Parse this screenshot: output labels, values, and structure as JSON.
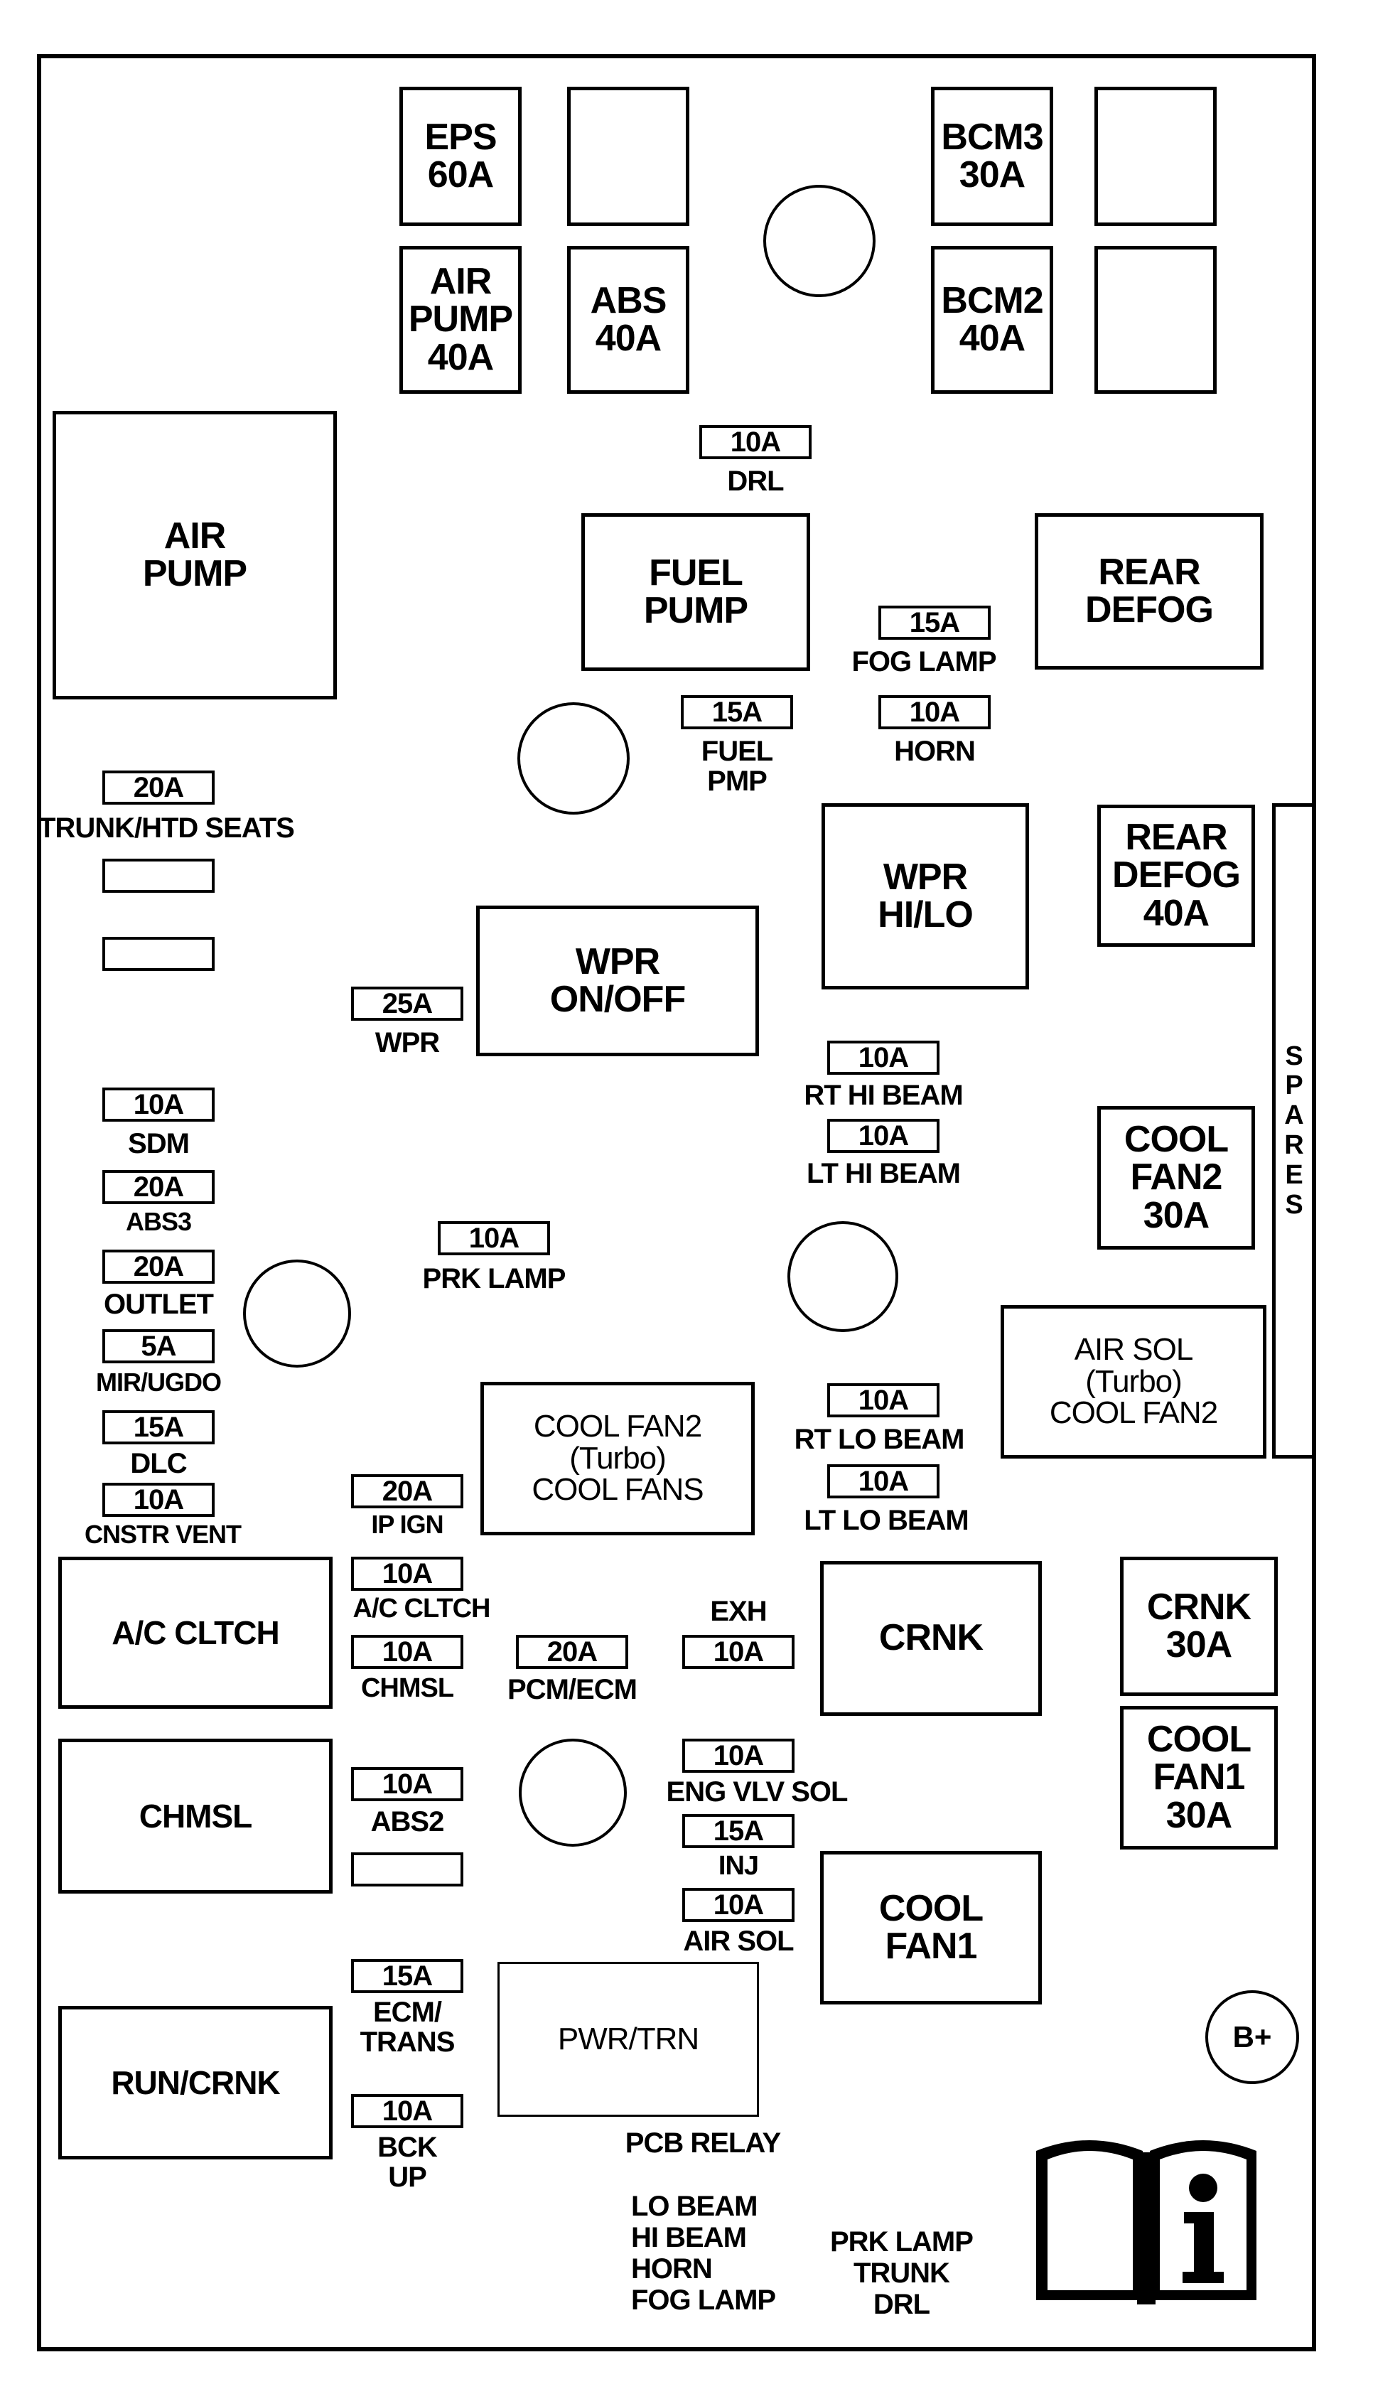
{
  "relays": {
    "eps": "EPS\n60A",
    "air_pump_fuse": "AIR\nPUMP\n40A",
    "abs": "ABS\n40A",
    "bcm3": "BCM3\n30A",
    "bcm2": "BCM2\n40A",
    "air_pump": "AIR\nPUMP",
    "fuel_pump": "FUEL\nPUMP",
    "rear_defog": "REAR\nDEFOG",
    "wpr_hilo": "WPR\nHI/LO",
    "rear_defog_40": "REAR\nDEFOG\n40A",
    "wpr_onoff": "WPR\nON/OFF",
    "cool_fan2_30": "COOL\nFAN2\n30A",
    "air_sol_turbo": "AIR SOL\n(Turbo)\nCOOL FAN2",
    "cool_fan2_turbo": "COOL FAN2\n(Turbo)\nCOOL FANS",
    "ac_cltch": "A/C CLTCH",
    "crnk": "CRNK",
    "crnk_30": "CRNK\n30A",
    "cool_fan1_30": "COOL\nFAN1\n30A",
    "chmsl": "CHMSL",
    "cool_fan1": "COOL\nFAN1",
    "run_crnk": "RUN/CRNK",
    "pwr_trn": "PWR/TRN"
  },
  "fuses": {
    "drl": {
      "rating": "10A",
      "label": "DRL"
    },
    "fog_lamp": {
      "rating": "15A",
      "label": "FOG LAMP"
    },
    "fuel_pmp": {
      "rating": "15A",
      "label": "FUEL\nPMP"
    },
    "horn": {
      "rating": "10A",
      "label": "HORN"
    },
    "trunk": {
      "rating": "20A",
      "label": "TRUNK/HTD SEATS"
    },
    "wpr": {
      "rating": "25A",
      "label": "WPR"
    },
    "rt_hi": {
      "rating": "10A",
      "label": "RT HI BEAM"
    },
    "lt_hi": {
      "rating": "10A",
      "label": "LT HI BEAM"
    },
    "sdm": {
      "rating": "10A",
      "label": "SDM"
    },
    "abs3": {
      "rating": "20A",
      "label": "ABS3"
    },
    "outlet": {
      "rating": "20A",
      "label": "OUTLET"
    },
    "prk_lamp": {
      "rating": "10A",
      "label": "PRK LAMP"
    },
    "mir": {
      "rating": "5A",
      "label": "MIR/UGDO"
    },
    "dlc": {
      "rating": "15A",
      "label": "DLC"
    },
    "cnstr": {
      "rating": "10A",
      "label": "CNSTR VENT"
    },
    "rt_lo": {
      "rating": "10A",
      "label": "RT LO BEAM"
    },
    "lt_lo": {
      "rating": "10A",
      "label": "LT LO BEAM"
    },
    "ip_ign": {
      "rating": "20A",
      "label": "IP IGN"
    },
    "ac_cltch": {
      "rating": "10A",
      "label": "A/C CLTCH"
    },
    "chmsl": {
      "rating": "10A",
      "label": "CHMSL"
    },
    "pcm": {
      "rating": "20A",
      "label": "PCM/ECM"
    },
    "exh": {
      "rating": "10A",
      "label": "EXH"
    },
    "eng_vlv": {
      "rating": "10A",
      "label": "ENG VLV SOL"
    },
    "abs2": {
      "rating": "10A",
      "label": "ABS2"
    },
    "inj": {
      "rating": "15A",
      "label": "INJ"
    },
    "air_sol": {
      "rating": "10A",
      "label": "AIR SOL"
    },
    "ecm_trans": {
      "rating": "15A",
      "label": "ECM/\nTRANS"
    },
    "bck_up": {
      "rating": "10A",
      "label": "BCK\nUP"
    }
  },
  "spares": "S\nP\nA\nR\nE\nS",
  "b_plus": "B+",
  "pcb_relay": "PCB RELAY",
  "pcb_list_left": "LO BEAM\nHI BEAM\nHORN\nFOG LAMP",
  "pcb_list_right": "PRK LAMP\nTRUNK\nDRL"
}
